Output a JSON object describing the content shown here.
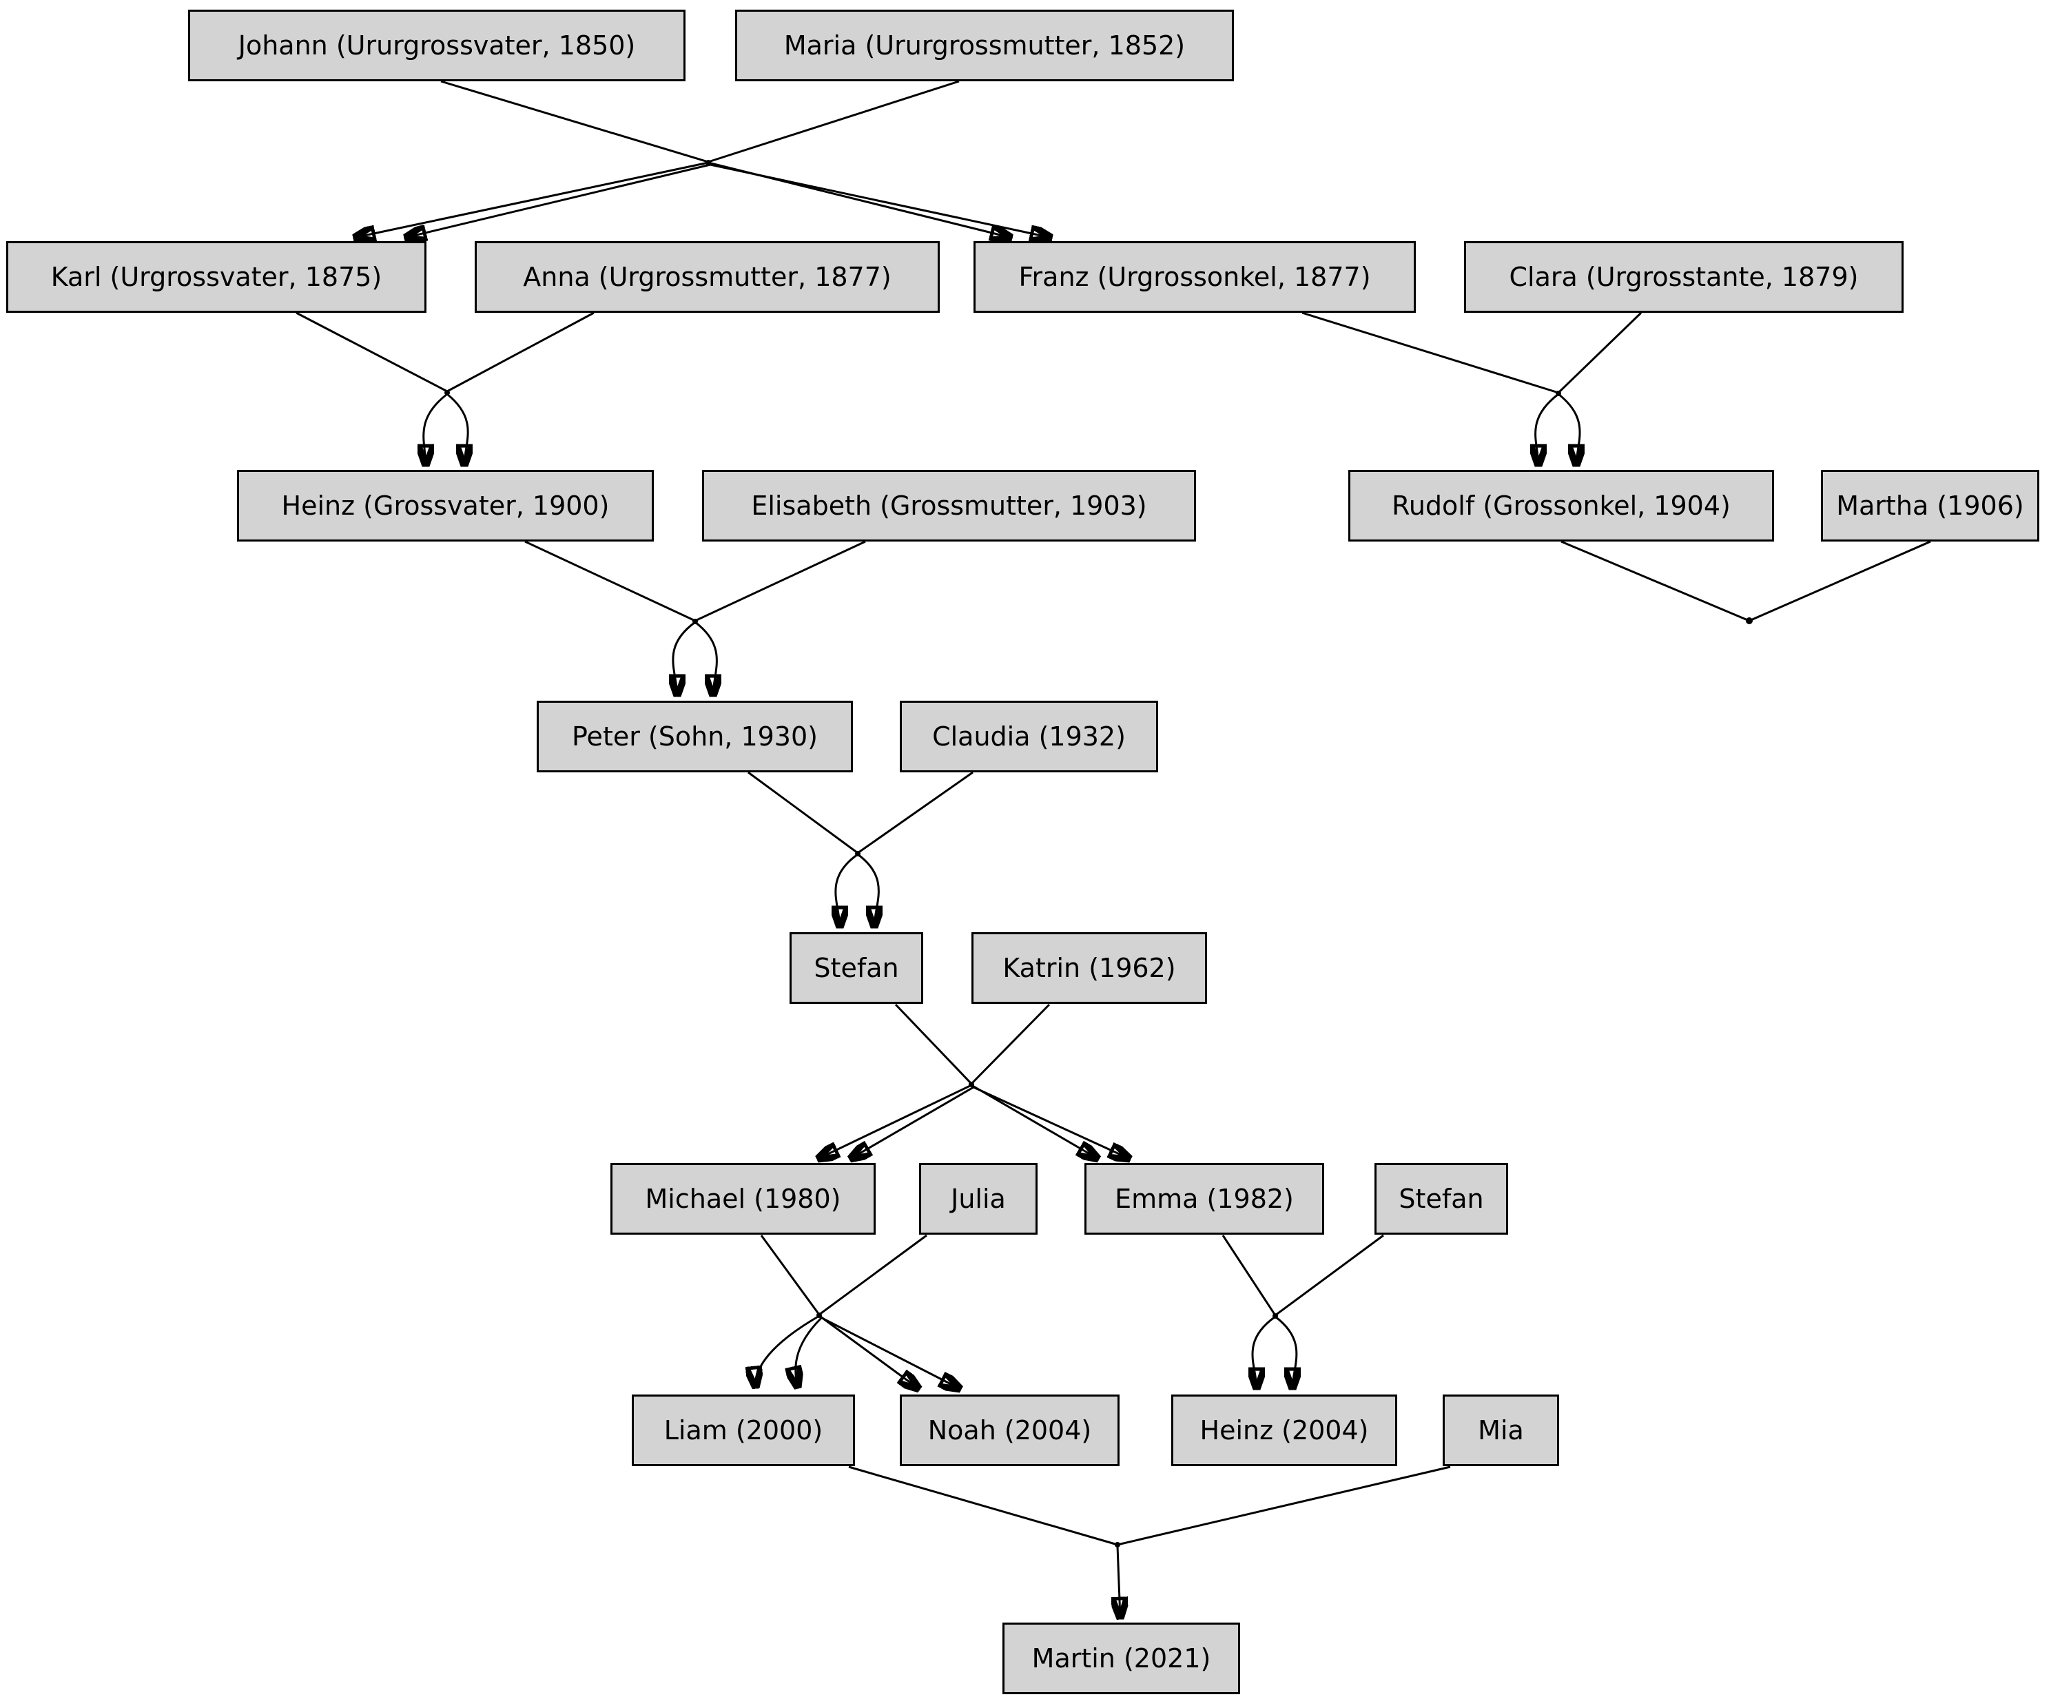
{
  "diagram": {
    "background": "#ffffff",
    "node_fill": "#d3d3d3",
    "node_border": "#000000",
    "edge_color": "#000000"
  },
  "nodes": [
    {
      "id": "johann",
      "label": "Johann (Ururgrossvater, 1850)"
    },
    {
      "id": "maria",
      "label": "Maria (Ururgrossmutter, 1852)"
    },
    {
      "id": "karl",
      "label": "Karl (Urgrossvater, 1875)"
    },
    {
      "id": "anna",
      "label": "Anna (Urgrossmutter, 1877)"
    },
    {
      "id": "franz",
      "label": "Franz (Urgrossonkel, 1877)"
    },
    {
      "id": "clara",
      "label": "Clara (Urgrosstante, 1879)"
    },
    {
      "id": "heinz",
      "label": "Heinz (Grossvater, 1900)"
    },
    {
      "id": "elisabeth",
      "label": "Elisabeth (Grossmutter, 1903)"
    },
    {
      "id": "rudolf",
      "label": "Rudolf (Grossonkel, 1904)"
    },
    {
      "id": "martha",
      "label": "Martha (1906)"
    },
    {
      "id": "peter",
      "label": "Peter (Sohn, 1930)"
    },
    {
      "id": "claudia",
      "label": "Claudia (1932)"
    },
    {
      "id": "stefan",
      "label": "Stefan"
    },
    {
      "id": "katrin",
      "label": "Katrin (1962)"
    },
    {
      "id": "michael",
      "label": "Michael (1980)"
    },
    {
      "id": "julia",
      "label": "Julia"
    },
    {
      "id": "emma",
      "label": "Emma (1982)"
    },
    {
      "id": "stefan2",
      "label": "Stefan"
    },
    {
      "id": "liam",
      "label": "Liam (2000)"
    },
    {
      "id": "noah",
      "label": "Noah (2004)"
    },
    {
      "id": "heinz2",
      "label": "Heinz (2004)"
    },
    {
      "id": "mia",
      "label": "Mia"
    },
    {
      "id": "martin",
      "label": "Martin (2021)"
    }
  ],
  "relationships": [
    {
      "parents": [
        "johann",
        "maria"
      ],
      "children": [
        "karl",
        "franz"
      ]
    },
    {
      "parents": [
        "karl",
        "anna"
      ],
      "children": [
        "heinz"
      ]
    },
    {
      "parents": [
        "franz",
        "clara"
      ],
      "children": [
        "rudolf"
      ]
    },
    {
      "parents": [
        "rudolf",
        "martha"
      ],
      "children": []
    },
    {
      "parents": [
        "heinz",
        "elisabeth"
      ],
      "children": [
        "peter"
      ]
    },
    {
      "parents": [
        "peter",
        "claudia"
      ],
      "children": [
        "stefan"
      ]
    },
    {
      "parents": [
        "stefan",
        "katrin"
      ],
      "children": [
        "michael",
        "emma"
      ]
    },
    {
      "parents": [
        "michael",
        "julia"
      ],
      "children": [
        "liam",
        "noah"
      ]
    },
    {
      "parents": [
        "emma",
        "stefan2"
      ],
      "children": [
        "heinz2"
      ]
    },
    {
      "parents": [
        "liam",
        "mia"
      ],
      "children": [
        "martin"
      ]
    }
  ]
}
